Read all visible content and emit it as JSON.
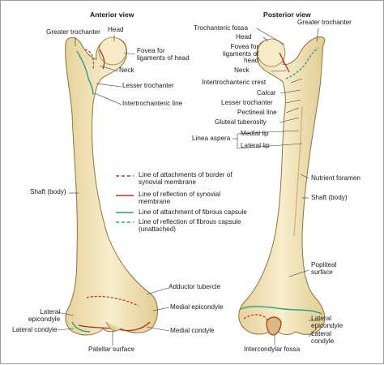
{
  "titles": {
    "anterior": "Anterior view",
    "posterior": "Posterior view"
  },
  "anterior_labels": {
    "greater_trochanter": "Greater trochanter",
    "head": "Head",
    "fovea": "Fovea for\nligaments of head",
    "neck": "Neck",
    "lesser_trochanter": "Lesser trochanter",
    "intertrochanteric_line": "Intertrochanteric line",
    "shaft": "Shaft (body)",
    "adductor_tubercle": "Adductor tubercle",
    "medial_epicondyle": "Medial epicondyle",
    "lateral_epicondyle": "Lateral\nepicondyle",
    "lateral_condyle": "Lateral condyle",
    "medial_condyle": "Medial condyle",
    "patellar_surface": "Patellar surface"
  },
  "posterior_labels": {
    "trochanteric_fossa": "Trochanteric fossa",
    "greater_trochanter": "Greater trochanter",
    "head": "Head",
    "fovea": "Fovea for\nligaments of\nhead",
    "neck": "Neck",
    "intertrochanteric_crest": "Intertrochanteric crest",
    "calcar": "Calcar",
    "lesser_trochanter": "Lesser trochanter",
    "pectineal_line": "Pectineal line",
    "gluteal_tuberosity": "Gluteal tuberosity",
    "linea_aspera": "Linea aspera",
    "medial_lip": "Medial lip",
    "lateral_lip": "Lateral lip",
    "nutrient_foramen": "Nutrient foramen",
    "shaft": "Shaft (body)",
    "popliteal_surface": "Popliteal\nsurface",
    "lateral_epicondyle": "Lateral\nepicondyle",
    "lateral_condyle": "Lateral\ncondyle",
    "intercondylar_fossa": "Intercondylar fossa"
  },
  "legend": [
    {
      "text": "Line of attachments of border of\nsynovial membrane",
      "style": "dashed",
      "color": "#c0392b"
    },
    {
      "text": "Line of reflection of synovial\nmembrane",
      "style": "solid",
      "color": "#b03020"
    },
    {
      "text": "Line of attachment of fibrous capsule",
      "style": "solid",
      "color": "#2e9e7e"
    },
    {
      "text": "Line of reflection of fibrous capsule\n(unattached)",
      "style": "dashed",
      "color": "#2e9e7e"
    }
  ],
  "colors": {
    "bone_fill": "#f3e6bd",
    "bone_shade": "#d9c48e",
    "bone_stroke": "#8a7440",
    "leader": "#333333"
  }
}
